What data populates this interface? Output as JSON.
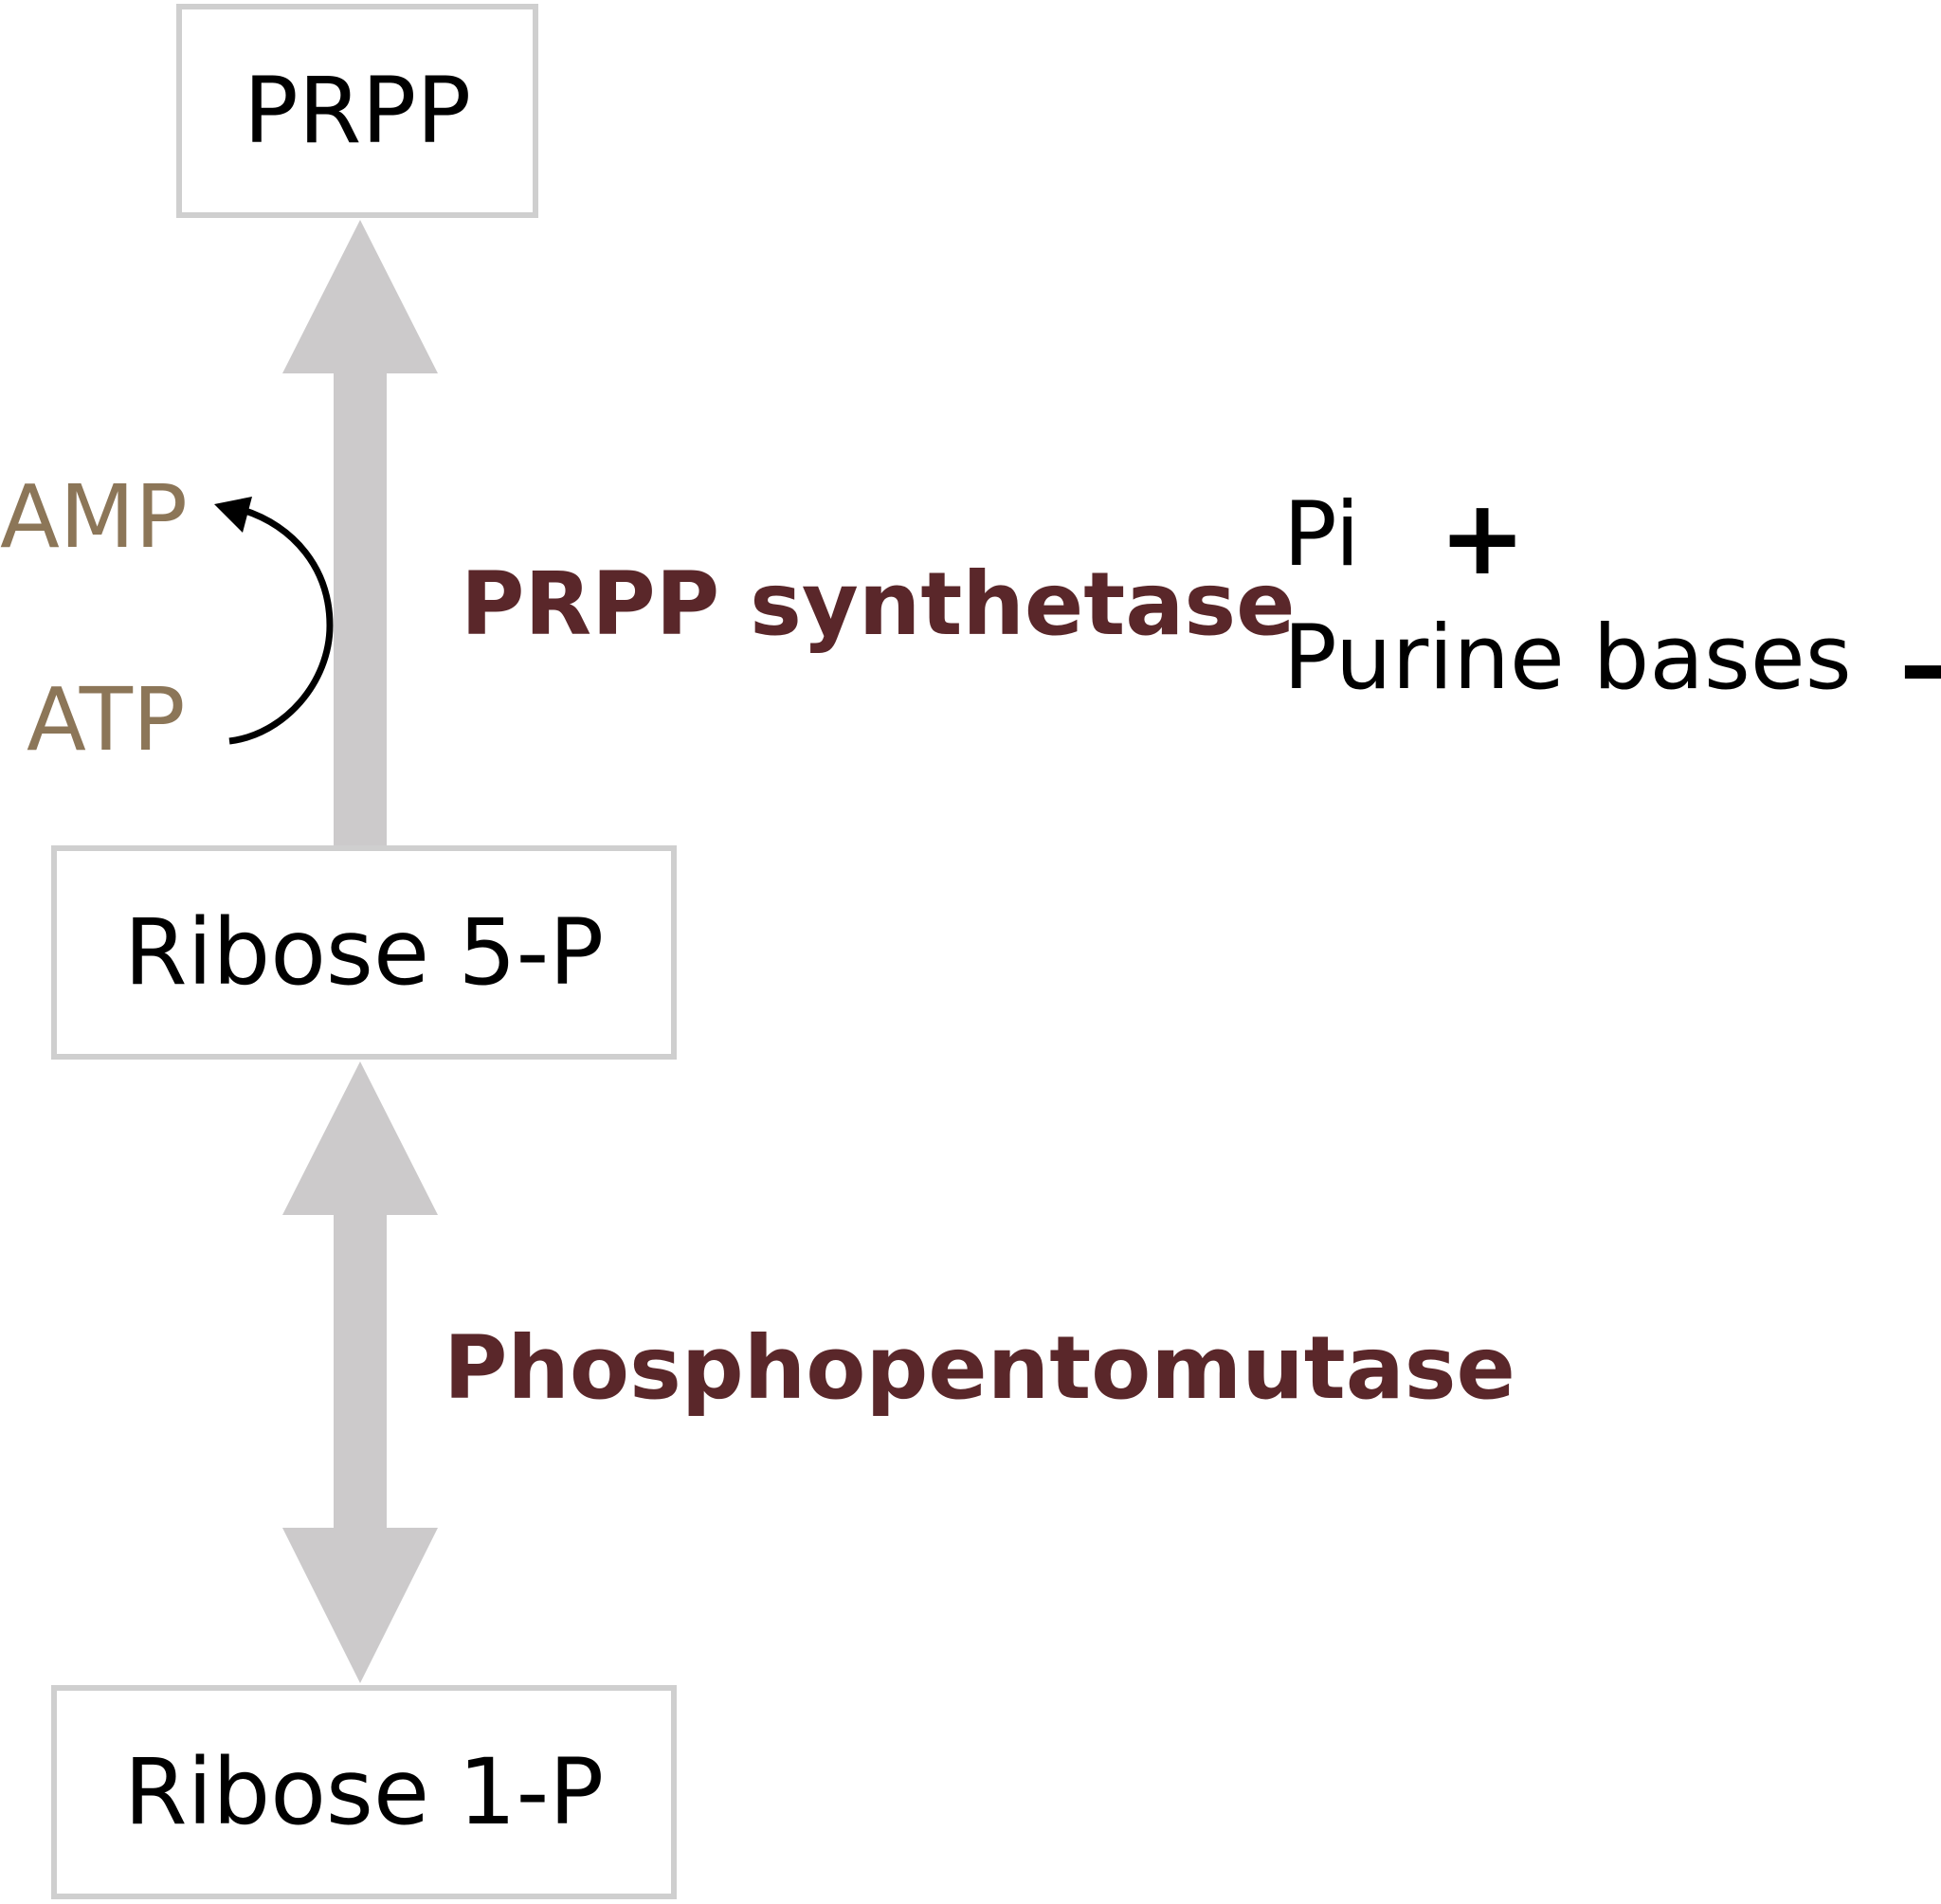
{
  "nodes": {
    "prpp": "PRPP",
    "ribose_5p": "Ribose 5-P",
    "ribose_1p": "Ribose 1-P"
  },
  "enzymes": {
    "prpp_synthetase": "PRPP synthetase",
    "phosphopentomutase": "Phosphopentomutase"
  },
  "cofactors": {
    "atp": "ATP",
    "amp": "AMP"
  },
  "regulators": {
    "pi": "Pi",
    "purine_bases": "Purine bases",
    "activation_sign": "+",
    "inhibition_sign": "–"
  },
  "colors": {
    "box_border": "#cfcfcf",
    "arrow_fill": "#cccacb",
    "enzyme_text": "#5a272a",
    "cofactor_text": "#8c7658",
    "node_text": "#000000"
  }
}
